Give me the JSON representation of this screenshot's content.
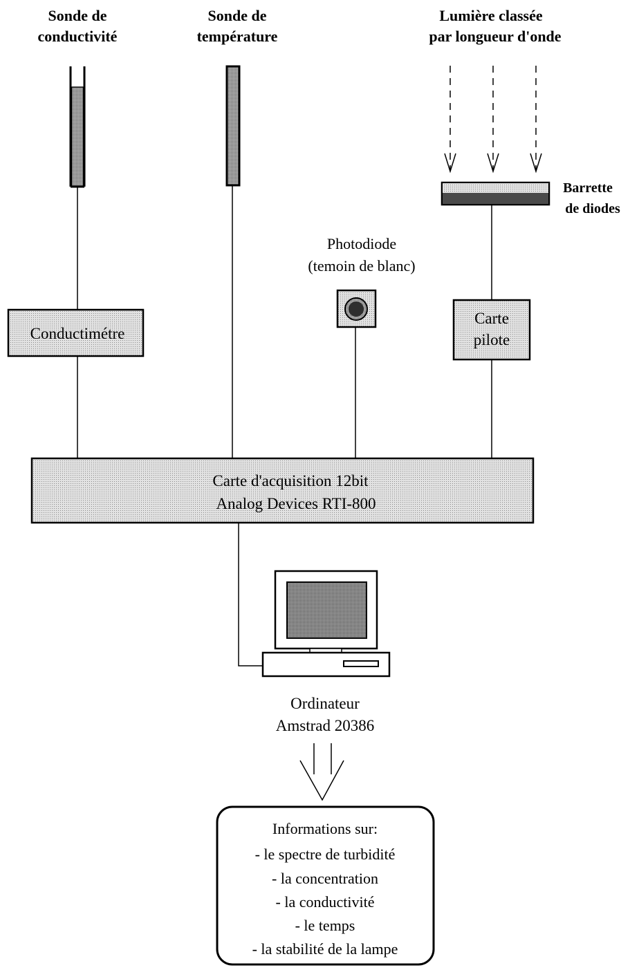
{
  "sensors": {
    "conductivity_probe": [
      "Sonde de",
      "conductivité"
    ],
    "temperature_probe": [
      "Sonde de",
      "température"
    ],
    "sorted_light": [
      "Lumière classée",
      "par longueur d'onde"
    ]
  },
  "components": {
    "diode_array": [
      "Barrette",
      "de diodes"
    ],
    "photodiode": [
      "Photodiode",
      "(temoin de blanc)"
    ],
    "conductimeter": "Conductimétre",
    "driver_card": [
      "Carte",
      "pilote"
    ],
    "acquisition_card": [
      "Carte d'acquisition 12bit",
      "Analog Devices RTI-800"
    ],
    "computer": [
      "Ordinateur",
      "Amstrad 20386"
    ]
  },
  "output_box": {
    "title": "Informations sur:",
    "items": [
      "- le spectre de turbidité",
      "- la concentration",
      "- la conductivité",
      "- le temps",
      "- la stabilité de la lampe"
    ]
  },
  "colors": {
    "box_fill": "#d4d4d4",
    "probe_fill": "#a8a8a8",
    "diode_dark": "#555555",
    "screen_fill": "#8c8c8c"
  }
}
